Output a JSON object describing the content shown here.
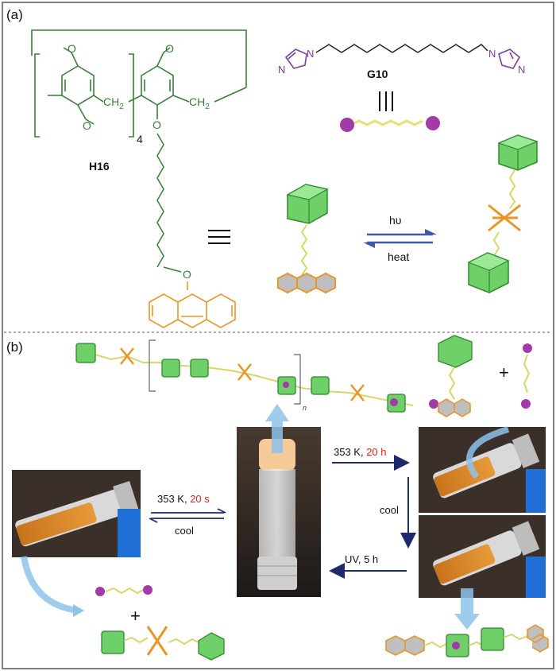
{
  "panel_a": {
    "label": "(a)",
    "host_label": "H16",
    "host_repeat_subscript": "4",
    "host_ch2_a": "CH",
    "host_ch2_b": "CH",
    "ch2_subscript": "2",
    "guest_label": "G10",
    "forward_label": "hυ",
    "reverse_label": "heat"
  },
  "panel_b": {
    "label": "(b)",
    "polymer_repeat_subscript": "n",
    "arrow_right_label_prefix": "353 K, ",
    "arrow_right_label_time": "20 h",
    "arrow_down_label": "cool",
    "arrow_left_label": "UV, 5 h",
    "arrow_left_pair_label_prefix": "353 K, ",
    "arrow_left_pair_label_time": "20 s",
    "arrow_left_pair_reverse_label": "cool",
    "plus_top": "+",
    "plus_bottom": "+"
  },
  "colors": {
    "frame": "#555555",
    "host_green": "#3a7d3a",
    "cage_fill": "#6fd06a",
    "cage_edge": "#2f8a2f",
    "anthracene": "#e8962a",
    "guest_purple": "#7a3fa0",
    "ball_purple": "#a23aa8",
    "arrow_navy": "#1f2a6e",
    "highlight_red": "#e02020",
    "light_blue": "#8ec2ea"
  }
}
